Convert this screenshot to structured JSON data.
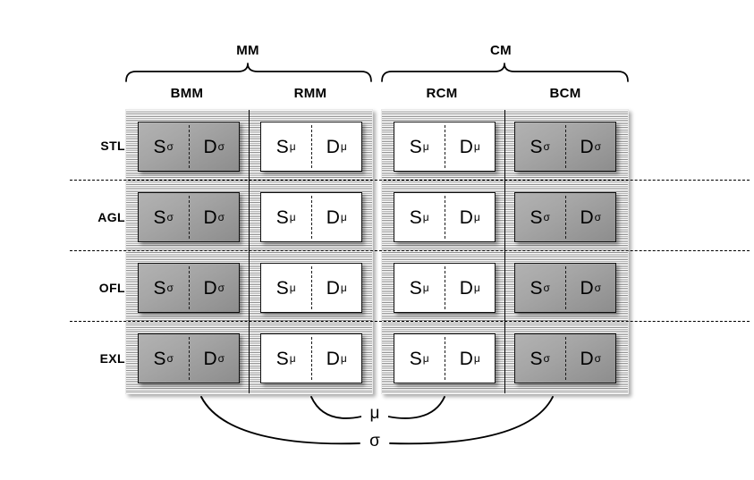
{
  "figure": {
    "title": "",
    "super_groups": [
      {
        "id": "MM",
        "label": "MM"
      },
      {
        "id": "CM",
        "label": "CM"
      }
    ],
    "columns": [
      {
        "id": "BMM",
        "label": "BMM",
        "group": "MM",
        "style": "grey",
        "stat": "sigma"
      },
      {
        "id": "RMM",
        "label": "RMM",
        "group": "MM",
        "style": "white",
        "stat": "mu"
      },
      {
        "id": "RCM",
        "label": "RCM",
        "group": "CM",
        "style": "white",
        "stat": "mu"
      },
      {
        "id": "BCM",
        "label": "BCM",
        "group": "CM",
        "style": "grey",
        "stat": "sigma"
      }
    ],
    "rows": [
      {
        "id": "STL",
        "label": "STL"
      },
      {
        "id": "AGL",
        "label": "AGL"
      },
      {
        "id": "OFL",
        "label": "OFL"
      },
      {
        "id": "EXL",
        "label": "EXL"
      }
    ],
    "cell_parts": [
      {
        "id": "S",
        "letter": "S"
      },
      {
        "id": "D",
        "letter": "D"
      }
    ],
    "subscripts": {
      "mu": "μ",
      "sigma": "σ"
    },
    "connectors": [
      {
        "id": "mu-arc",
        "label": "μ",
        "links": [
          "RMM",
          "RCM"
        ]
      },
      {
        "id": "sigma-arc",
        "label": "σ",
        "links": [
          "BMM",
          "BCM"
        ]
      }
    ],
    "colors": {
      "grey_cell": "#a6a6a6",
      "white_cell": "#ffffff",
      "line": "#000000",
      "hatch_light": "#ffffff",
      "hatch_dark": "#8e8e8e"
    }
  }
}
